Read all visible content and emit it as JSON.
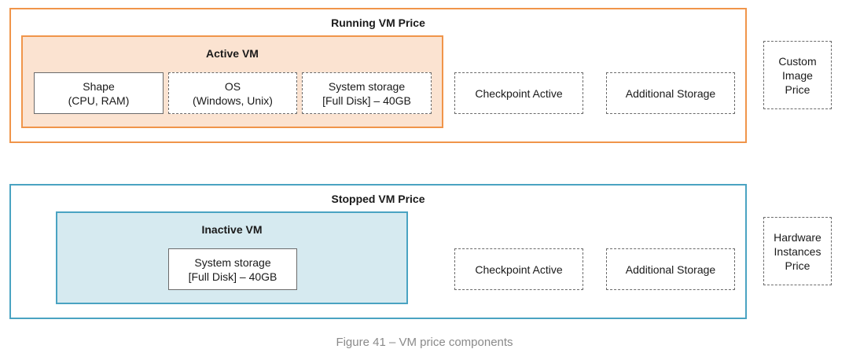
{
  "running": {
    "title": "Running VM Price",
    "active_vm": {
      "title": "Active VM",
      "shape": {
        "line1": "Shape",
        "line2": "(CPU, RAM)"
      },
      "os": {
        "line1": "OS",
        "line2": "(Windows, Unix)"
      },
      "system_storage": {
        "line1": "System storage",
        "line2": "[Full Disk] – 40GB"
      }
    },
    "checkpoint": "Checkpoint Active",
    "additional_storage": "Additional Storage"
  },
  "stopped": {
    "title": "Stopped VM Price",
    "inactive_vm": {
      "title": "Inactive VM",
      "system_storage": {
        "line1": "System storage",
        "line2": "[Full Disk] – 40GB"
      }
    },
    "checkpoint": "Checkpoint Active",
    "additional_storage": "Additional Storage"
  },
  "side": {
    "custom_image": {
      "line1": "Custom",
      "line2": "Image",
      "line3": "Price"
    },
    "hardware_instances": {
      "line1": "Hardware",
      "line2": "Instances",
      "line3": "Price"
    }
  },
  "caption": "Figure 41 – VM price components",
  "colors": {
    "running_border": "#f0954a",
    "running_fill": "#fbe3d1",
    "stopped_border": "#4aa3c2",
    "stopped_fill": "#d6eaf0"
  }
}
